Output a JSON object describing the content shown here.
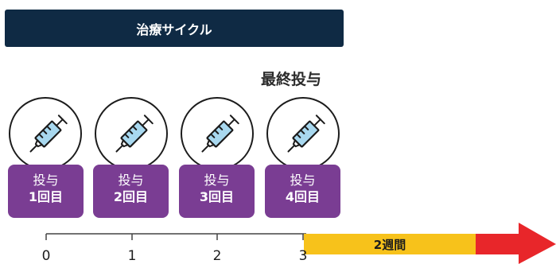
{
  "header": {
    "title": "治療サイクル"
  },
  "final_dose_label": "最終投与",
  "doses": [
    {
      "line1": "投与",
      "line2": "1回目",
      "icon": "syringe-icon"
    },
    {
      "line1": "投与",
      "line2": "2回目",
      "icon": "syringe-icon"
    },
    {
      "line1": "投与",
      "line2": "3回目",
      "icon": "syringe-icon"
    },
    {
      "line1": "投与",
      "line2": "4回目",
      "icon": "syringe-icon"
    }
  ],
  "timeline": {
    "ticks": [
      "0",
      "1",
      "2",
      "3"
    ],
    "interval_label": "2週間"
  },
  "colors": {
    "header_bg": "#0f2a44",
    "dose_box": "#7a3d93",
    "interval_bar": "#f7c21b",
    "arrow": "#e8262a",
    "syringe_fill": "#a8d8ef"
  }
}
